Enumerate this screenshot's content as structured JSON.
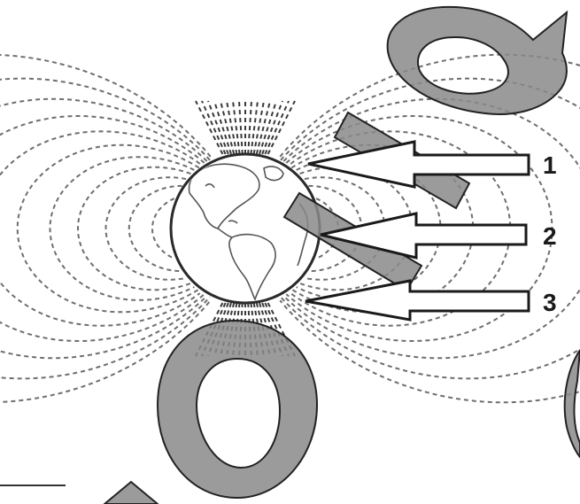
{
  "diagram": {
    "labels": [
      "1",
      "2",
      "3"
    ],
    "colors": {
      "field_line": "#6e6e6e",
      "outline": "#2a2a2a",
      "watermark_fill": "#8a8a8a",
      "background": "#ffffff"
    },
    "icons": {
      "globe": "earth-globe-icon",
      "arrows": "arrow-left-outline-icon",
      "watermark": "watermark-shapes"
    }
  }
}
